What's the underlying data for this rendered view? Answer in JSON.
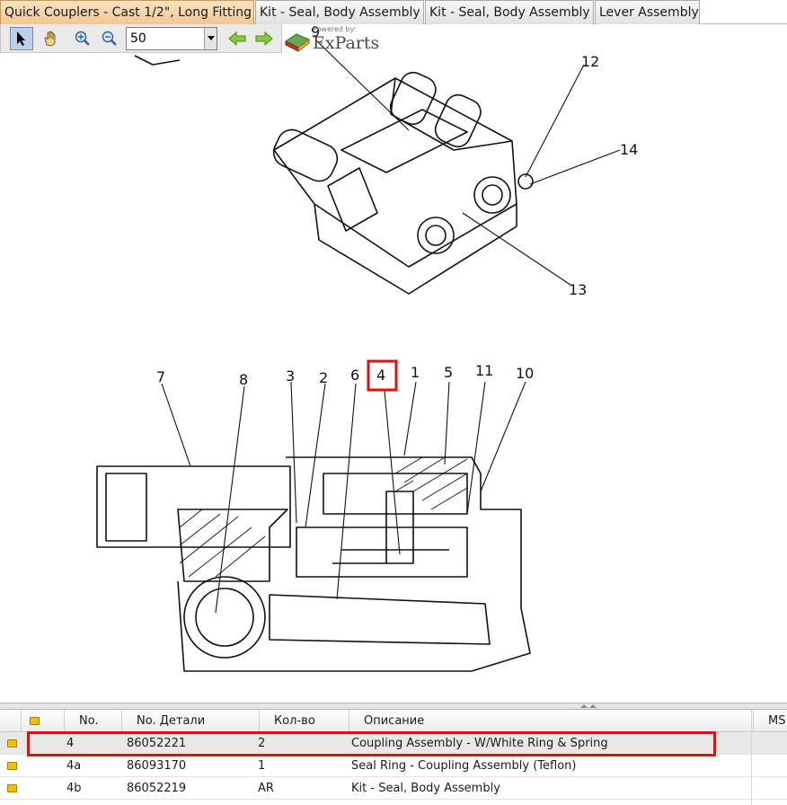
{
  "tabs": [
    {
      "label": "Quick Couplers - Cast 1/2\", Long Fitting",
      "active": true
    },
    {
      "label": "Kit - Seal, Body Assembly",
      "active": false
    },
    {
      "label": "Kit - Seal, Body Assembly",
      "active": false
    },
    {
      "label": "Lever Assembly",
      "active": false
    }
  ],
  "toolbar": {
    "tools": [
      "select-pointer-icon",
      "pan-hand-icon",
      "zoom-in-icon",
      "zoom-out-icon"
    ],
    "zoom_value": "50",
    "nav": [
      "back-arrow-icon",
      "forward-arrow-icon"
    ]
  },
  "logo": {
    "powered": "Powered by:",
    "name": "ExParts"
  },
  "drawing": {
    "callouts_top": [
      "9",
      "12",
      "14",
      "13"
    ],
    "callouts_bottom": [
      "7",
      "8",
      "3",
      "2",
      "6",
      "4",
      "1",
      "5",
      "11",
      "10"
    ],
    "highlighted_callout": "4"
  },
  "table": {
    "columns": [
      "No.",
      "No. Детали",
      "Кол-во",
      "Описание",
      "MS"
    ],
    "rows": [
      {
        "no": "4",
        "part": "86052221",
        "qty": "2",
        "desc": "Coupling Assembly - W/White Ring & Spring",
        "selected": true
      },
      {
        "no": "4a",
        "part": "86093170",
        "qty": "1",
        "desc": "Seal Ring - Coupling Assembly (Teflon)",
        "selected": false
      },
      {
        "no": "4b",
        "part": "86052219",
        "qty": "AR",
        "desc": "Kit - Seal, Body Assembly",
        "selected": false
      }
    ]
  },
  "colors": {
    "highlight": "#e01010",
    "active_tab": "#f0c791",
    "row_icon": "#f2c200"
  }
}
